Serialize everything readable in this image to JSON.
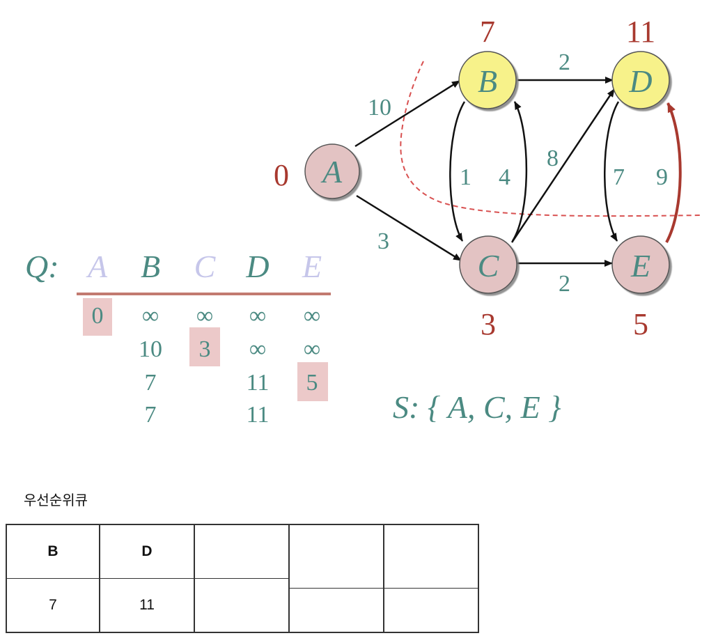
{
  "graph": {
    "nodes": [
      {
        "id": "A",
        "label": "A",
        "distance": "0",
        "state": "visited"
      },
      {
        "id": "B",
        "label": "B",
        "distance": "7",
        "state": "queued"
      },
      {
        "id": "C",
        "label": "C",
        "distance": "3",
        "state": "visited"
      },
      {
        "id": "D",
        "label": "D",
        "distance": "11",
        "state": "queued"
      },
      {
        "id": "E",
        "label": "E",
        "distance": "5",
        "state": "visited"
      }
    ],
    "edges": [
      {
        "from": "A",
        "to": "B",
        "weight": "10"
      },
      {
        "from": "A",
        "to": "C",
        "weight": "3"
      },
      {
        "from": "B",
        "to": "D",
        "weight": "2"
      },
      {
        "from": "B",
        "to": "C",
        "weight": "1"
      },
      {
        "from": "C",
        "to": "B",
        "weight": "4"
      },
      {
        "from": "C",
        "to": "D",
        "weight": "8"
      },
      {
        "from": "C",
        "to": "E",
        "weight": "2"
      },
      {
        "from": "D",
        "to": "E",
        "weight": "7"
      },
      {
        "from": "E",
        "to": "D",
        "weight": "9",
        "highlighted": true
      }
    ]
  },
  "q_table": {
    "label": "Q:",
    "headers": [
      "A",
      "B",
      "C",
      "D",
      "E"
    ],
    "rows": [
      [
        "0",
        "∞",
        "∞",
        "∞",
        "∞"
      ],
      [
        "",
        "10",
        "3",
        "∞",
        "∞"
      ],
      [
        "",
        "7",
        "",
        "11",
        "5"
      ],
      [
        "",
        "7",
        "",
        "11",
        ""
      ]
    ],
    "highlighted": [
      "0",
      "3",
      "5"
    ]
  },
  "s_set": "S: { A, C, E }",
  "priority_queue": {
    "title": "우선순위큐",
    "headers": [
      "B",
      "D",
      "",
      "",
      ""
    ],
    "values": [
      "7",
      "11",
      "",
      "",
      ""
    ]
  },
  "colors": {
    "visited_node": "#e3c3c3",
    "queued_node": "#f7f28a",
    "teal_text": "#4b8a82",
    "distance_red": "#a8392f",
    "faded_text": "#c6c6ea",
    "highlight_box": "#ecc9c9"
  }
}
